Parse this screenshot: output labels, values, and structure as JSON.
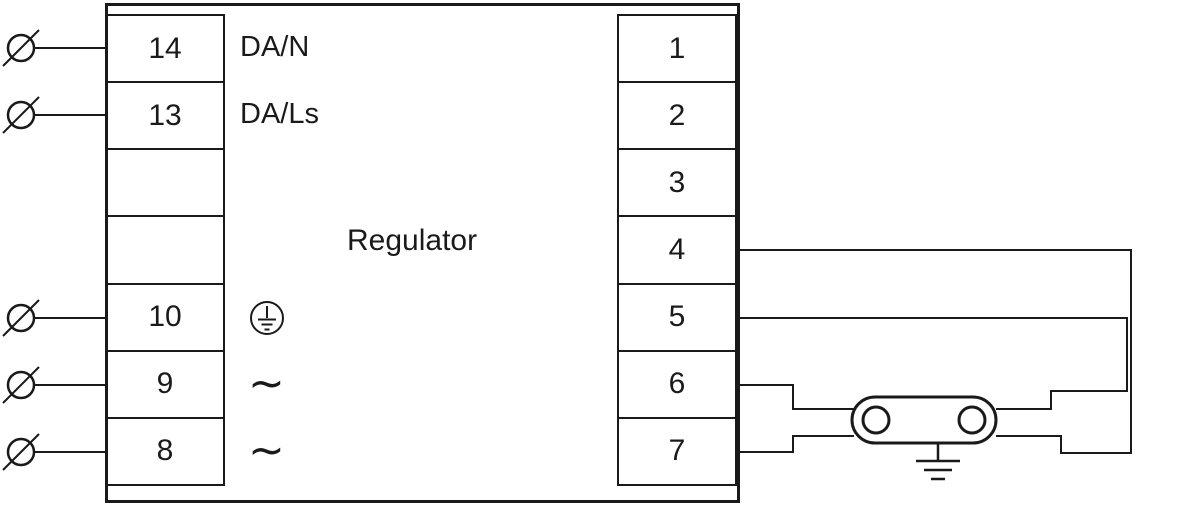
{
  "diagram": {
    "device_label": "Regulator",
    "left_terminal_block": {
      "terminals": [
        {
          "number": "14",
          "label": "DA/N"
        },
        {
          "number": "13",
          "label": "DA/Ls"
        },
        {
          "number": "",
          "label": ""
        },
        {
          "number": "",
          "label": ""
        },
        {
          "number": "10",
          "label": "",
          "icon": "protective-earth-icon"
        },
        {
          "number": "9",
          "label": "~"
        },
        {
          "number": "8",
          "label": "~"
        }
      ]
    },
    "right_terminal_block": {
      "terminals": [
        "1",
        "2",
        "3",
        "4",
        "5",
        "6",
        "7"
      ]
    },
    "symbols": {
      "screw_terminal": "screw-terminal-icon",
      "protective_earth": "protective-earth-icon",
      "ac": "~",
      "lamp": "fluorescent-lamp-symbol",
      "ground": "earth-ground-symbol"
    },
    "colors": {
      "line": "#1a1a1a",
      "background": "#ffffff"
    }
  }
}
